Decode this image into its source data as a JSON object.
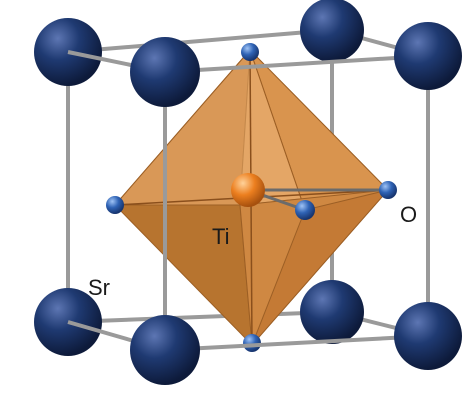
{
  "labels": {
    "sr": "Sr",
    "ti": "Ti",
    "o": "O"
  },
  "atoms": {
    "sr": {
      "color": "#1b2f5e",
      "highlight": "#5d76b3"
    },
    "ti": {
      "color": "#e67e22",
      "highlight": "#ffc27a"
    },
    "o": {
      "color": "#2f63b5",
      "highlight": "#9fc3f5"
    }
  },
  "octahedron_color": "#d38f4a",
  "cell_edge_color": "#9a9a9a"
}
